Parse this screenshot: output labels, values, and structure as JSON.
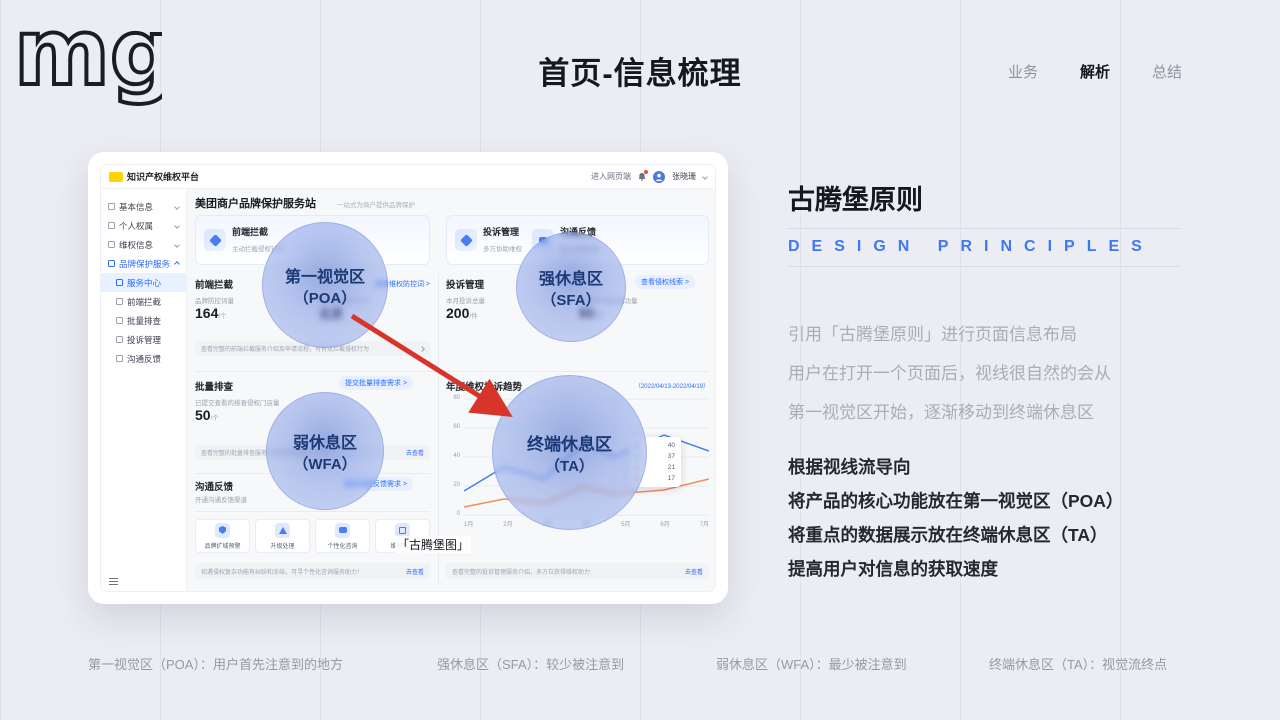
{
  "colors": {
    "accent_blue": "#2b6bff",
    "principles_blue": "#3f78f2",
    "arrow_red": "#d8352a",
    "overlay_blue": "#7c96e4",
    "brand_yellow": "#ffd400"
  },
  "header": {
    "logo_text": "mg",
    "title": "首页-信息梳理",
    "nav": [
      {
        "label": "业务",
        "active": false
      },
      {
        "label": "解析",
        "active": true
      },
      {
        "label": "总结",
        "active": false
      }
    ]
  },
  "right_panel": {
    "heading": "古腾堡原则",
    "subheading": "DESIGN PRINCIPLES",
    "intro_lines": [
      "引用「古腾堡原则」进行页面信息布局",
      "用户在打开一个页面后，视线很自然的会从",
      "第一视觉区开始，逐渐移动到终端休息区"
    ],
    "points_lines": [
      "根据视线流导向",
      "将产品的核心功能放在第一视觉区（POA）",
      "将重点的数据展示放在终端休息区（TA）",
      "提高用户对信息的获取速度"
    ]
  },
  "overlays": {
    "poa": {
      "title": "第一视觉区",
      "sub": "（POA）"
    },
    "sfa": {
      "title": "强休息区",
      "sub": "（SFA）"
    },
    "wfa": {
      "title": "弱休息区",
      "sub": "（WFA）"
    },
    "ta": {
      "title": "终端休息区",
      "sub": "（TA）"
    },
    "caption": "「古腾堡图」"
  },
  "footer_notes": [
    "第一视觉区（POA）：用户首先注意到的地方",
    "强休息区（SFA）：较少被注意到",
    "弱休息区（WFA）：最少被注意到",
    "终端休息区（TA）：视觉流终点"
  ],
  "dashboard": {
    "brand": "知识产权维权平台",
    "topbar": {
      "enter_web": "进入网页端",
      "user": "张晓珊"
    },
    "sidebar": [
      {
        "label": "基本信息"
      },
      {
        "label": "个人权属"
      },
      {
        "label": "维权信息"
      },
      {
        "label": "品牌保护服务站"
      },
      {
        "label": "服务中心"
      },
      {
        "label": "前端拦截"
      },
      {
        "label": "批量排查"
      },
      {
        "label": "投诉管理"
      },
      {
        "label": "沟通反馈"
      }
    ],
    "page_title": "美团商户品牌保护服务站",
    "page_subtitle": "一站式为商户提供品牌保护",
    "promos": [
      {
        "title": "前端拦截",
        "desc": "主动拦截侵权行为"
      },
      {
        "title": "投诉管理",
        "desc": "多方协助维权"
      },
      {
        "title": "沟通反馈",
        "desc": "线上沟通渠道"
      }
    ],
    "frontend": {
      "title": "前端拦截",
      "link": "查看维权防控词 >",
      "stat1_label": "品牌防控词量",
      "stat1_value": "164",
      "stat1_unit": "/个",
      "stat2_label": "本月热搜词TOP1",
      "stat2_value": "北京",
      "notice": "查看完整的前端拦截服务介绍及申请流程，可有效拦截侵权行为"
    },
    "batch": {
      "title": "批量排查",
      "link": "提交批量排查需求 >",
      "stat1_label": "已提交查看的排查侵权门店量",
      "stat1_value": "50",
      "stat1_unit": "/个",
      "notice": "查看完整的批量排查服务介绍及申请流程",
      "notice_link": "去查看"
    },
    "feedback": {
      "title": "沟通反馈",
      "desc": "开通沟通反馈渠道",
      "link": "提交沟通反馈需求 >"
    },
    "quick_cards": [
      {
        "label": "品牌扩域预警"
      },
      {
        "label": "升级处理"
      },
      {
        "label": "个性化咨询"
      },
      {
        "label": "维权笔记"
      }
    ],
    "notice_left": {
      "text": "如遇侵权复杂功能有纠纷和冻结，可寻个性化咨询服务助力！",
      "link": "去查看"
    },
    "complaint": {
      "title": "投诉管理",
      "link": "查看侵权线索 >",
      "stat1_label": "本月投诉总量",
      "stat1_value": "200",
      "stat1_unit": "/件",
      "stat2_label": "本月商户申诉成功量",
      "stat2_value": "80",
      "stat2_unit": "/件"
    },
    "chart": {
      "title": "年度维权投诉趋势",
      "range": "（2022/04/13-2022/04/19）",
      "y_ticks": [
        "80",
        "60",
        "40",
        "20",
        "0"
      ],
      "x_ticks": [
        "1月",
        "2月",
        "3月",
        "4月",
        "5月",
        "6月",
        "7月"
      ],
      "tooltip_values": [
        "40",
        "37",
        "21",
        "17"
      ]
    },
    "notice_right": {
      "text": "查看完整的投诉管理服务介绍，多方位获得维权助力",
      "link": "去查看"
    }
  }
}
